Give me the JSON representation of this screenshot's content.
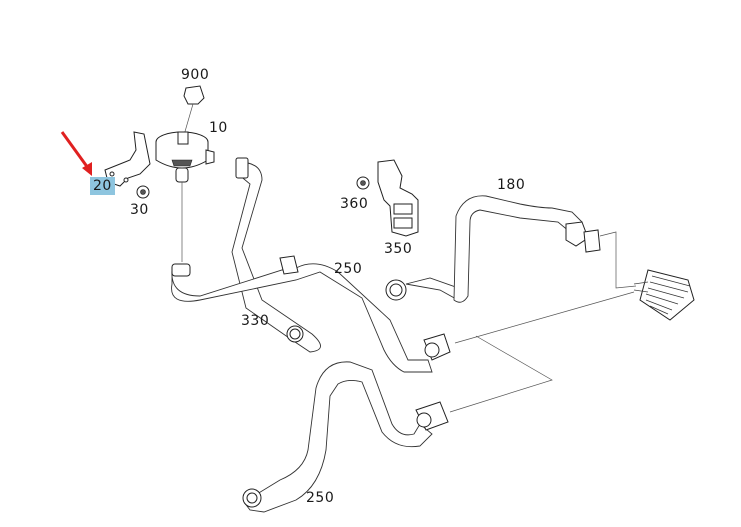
{
  "diagram": {
    "title": "Coolant hoses and auxiliary pump parts diagram",
    "highlight_color": "#8ec5df",
    "arrow_color": "#e02020",
    "callouts": [
      {
        "id": "900",
        "label": "900",
        "highlighted": false
      },
      {
        "id": "10",
        "label": "10",
        "highlighted": false
      },
      {
        "id": "20",
        "label": "20",
        "highlighted": true
      },
      {
        "id": "30",
        "label": "30",
        "highlighted": false
      },
      {
        "id": "360",
        "label": "360",
        "highlighted": false
      },
      {
        "id": "350",
        "label": "350",
        "highlighted": false
      },
      {
        "id": "180",
        "label": "180",
        "highlighted": false
      },
      {
        "id": "250a",
        "label": "250",
        "highlighted": false
      },
      {
        "id": "330",
        "label": "330",
        "highlighted": false
      },
      {
        "id": "250b",
        "label": "250",
        "highlighted": false
      }
    ],
    "parts": [
      {
        "name": "connector",
        "callout": "900"
      },
      {
        "name": "auxiliary-water-pump",
        "callout": "10"
      },
      {
        "name": "bracket",
        "callout": "20"
      },
      {
        "name": "nut",
        "callout": "30"
      },
      {
        "name": "nut",
        "callout": "360"
      },
      {
        "name": "holder-bracket",
        "callout": "350"
      },
      {
        "name": "coolant-hose",
        "callout": "180"
      },
      {
        "name": "coolant-hose",
        "callout": "250"
      },
      {
        "name": "coolant-hose",
        "callout": "330"
      },
      {
        "name": "heater-core",
        "callout": ""
      }
    ]
  }
}
